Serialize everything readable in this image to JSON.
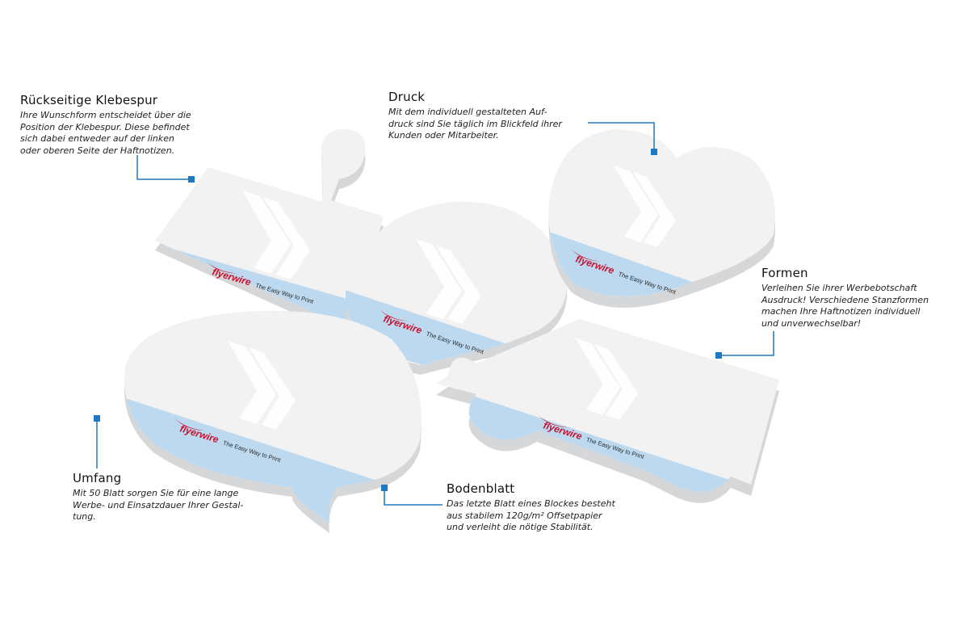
{
  "callouts": {
    "klebespur": {
      "title": "Rückseitige Klebespur",
      "lines": [
        "Ihre Wunschform entscheidet über die",
        "Position der Klebespur. Diese befindet",
        "sich dabei entweder auf der linken",
        "oder oberen Seite der Haftnotizen."
      ]
    },
    "druck": {
      "title": "Druck",
      "lines": [
        "Mit dem individuell gestalteten Auf-",
        "druck sind Sie täglich im Blickfeld ihrer",
        "Kunden oder Mitarbeiter."
      ]
    },
    "formen": {
      "title": "Formen",
      "lines": [
        "Verleihen Sie ihrer Werbebotschaft",
        "Ausdruck! Verschiedene Stanzformen",
        "machen Ihre Haftnotizen individuell",
        "und unverwechselbar!"
      ]
    },
    "umfang": {
      "title": "Umfang",
      "lines": [
        "Mit 50 Blatt sorgen Sie für eine lange",
        "Werbe- und Einsatzdauer Ihrer Gestal-",
        "tung."
      ]
    },
    "bodenblatt": {
      "title": "Bodenblatt",
      "lines": [
        "Das letzte Blatt eines Blockes besteht",
        "aus stabilem 120g/m² Offsetpapier",
        "und verleiht die nötige Stabilität."
      ]
    }
  },
  "branding": {
    "brand": "flyerwire",
    "slogan": "The Easy Way to Print"
  },
  "colors": {
    "accent": "#1f78c1",
    "pad_top": "#f2f2f3",
    "pad_side": "#d5d7d9",
    "stripe": "#bcd9ef",
    "chevron": "#ffffff",
    "brand_red": "#c8102e"
  },
  "icons": [
    "swoosh-logo-icon",
    "chevron-arrow-icon"
  ]
}
